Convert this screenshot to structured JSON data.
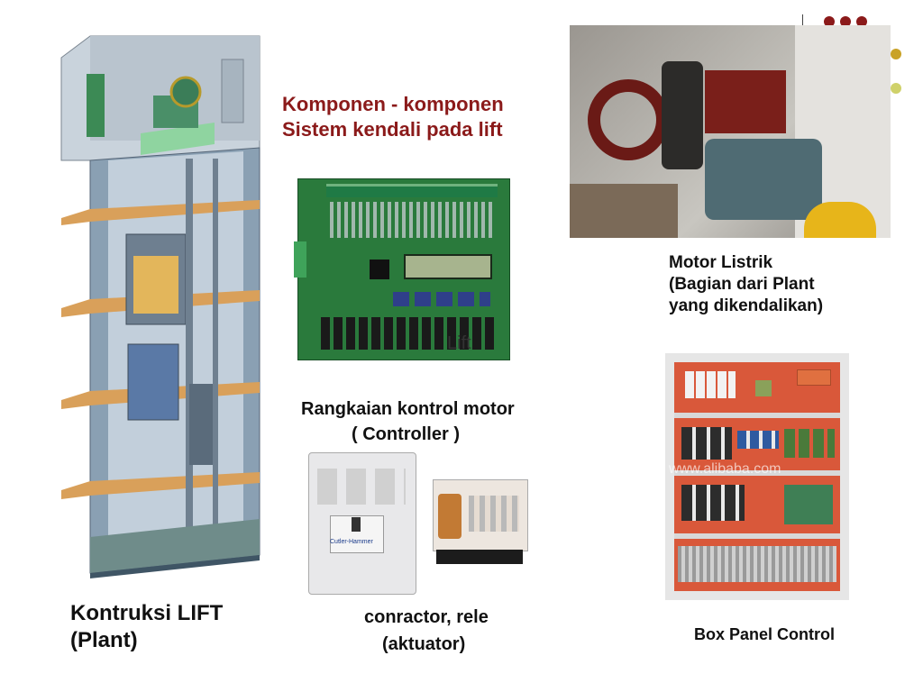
{
  "slide": {
    "title_line1": "Komponen - komponen",
    "title_line2": "Sistem kendali pada lift",
    "lift_caption_line1": "Kontruksi LIFT",
    "lift_caption_line2": "(Plant)",
    "controller_caption_line1": "Rangkaian kontrol motor",
    "controller_caption_line2": "( Controller )",
    "board_label": "Lift",
    "actuator_caption_line1": "conractor,  rele",
    "actuator_caption_line2": "(aktuator)",
    "motor_caption_line1": "Motor Listrik",
    "motor_caption_line2": "(Bagian dari Plant",
    "motor_caption_line3": "yang dikendalikan)",
    "panel_caption": "Box Panel Control",
    "contactor_brand": "Cutler-Hammer",
    "watermark": "www.alibaba.com"
  },
  "colors": {
    "title": "#8b1a1a",
    "dot_dark": "#8b1a1a",
    "dot_gold": "#c9a227",
    "dot_olive": "#cfd16a"
  }
}
